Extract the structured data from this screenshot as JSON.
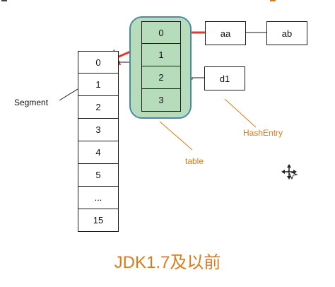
{
  "segment": {
    "label": "Segment",
    "cells": [
      "0",
      "1",
      "2",
      "3",
      "4",
      "5",
      "...",
      "15"
    ]
  },
  "table": {
    "label": "table",
    "cells": [
      "0",
      "1",
      "2",
      "3"
    ]
  },
  "entries": {
    "aa": "aa",
    "ab": "ab",
    "d1": "d1",
    "hash_entry_label": "HashEntry"
  },
  "caption": "JDK1.7及以前",
  "colors": {
    "table_fill": "#b7dcbc",
    "table_border": "#4a8aa6",
    "arrow": "#e23b2e",
    "orange": "#e07a18",
    "lines": "#1a1a1a"
  }
}
